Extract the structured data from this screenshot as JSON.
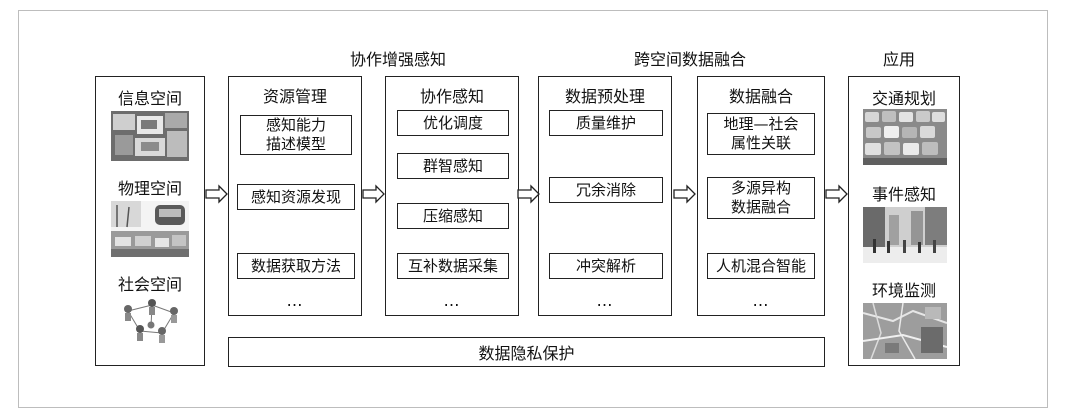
{
  "headers": {
    "collab": "协作增强感知",
    "fusion": "跨空间数据融合",
    "apps": "应用"
  },
  "spaces": {
    "info": "信息空间",
    "physical": "物理空间",
    "social": "社会空间"
  },
  "columns": {
    "resource": {
      "title": "资源管理",
      "items": [
        "感知能力\n描述模型",
        "感知资源发现",
        "数据获取方法"
      ],
      "ellipsis": "…"
    },
    "collab": {
      "title": "协作感知",
      "items": [
        "优化调度",
        "群智感知",
        "压缩感知",
        "互补数据采集"
      ],
      "ellipsis": "…"
    },
    "preprocess": {
      "title": "数据预处理",
      "items": [
        "质量维护",
        "冗余消除",
        "冲突解析"
      ],
      "ellipsis": "…"
    },
    "fusion": {
      "title": "数据融合",
      "items": [
        "地理—社会\n属性关联",
        "多源异构\n数据融合",
        "人机混合智能"
      ],
      "ellipsis": "…"
    }
  },
  "applications": {
    "traffic": "交通规划",
    "event": "事件感知",
    "environment": "环境监测"
  },
  "privacy": "数据隐私保护"
}
